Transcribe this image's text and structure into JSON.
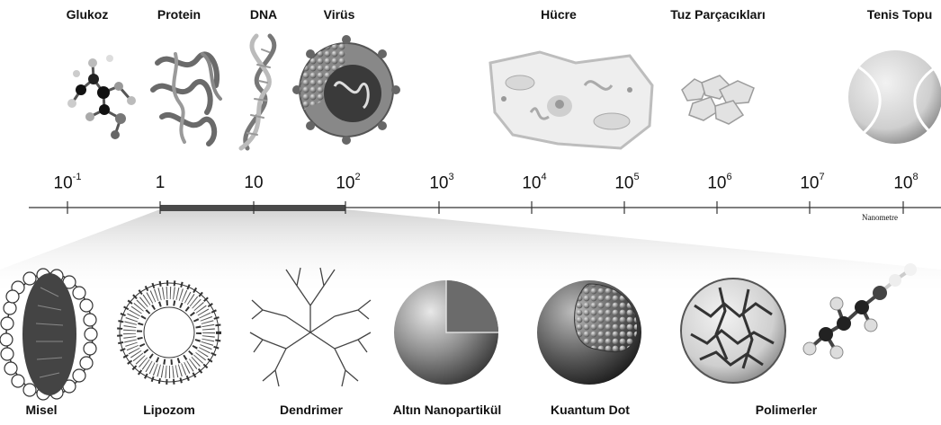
{
  "top_items": [
    {
      "id": "glukoz",
      "label": "Glukoz"
    },
    {
      "id": "protein",
      "label": "Protein"
    },
    {
      "id": "dna",
      "label": "DNA"
    },
    {
      "id": "virus",
      "label": "Virüs"
    },
    {
      "id": "hucre",
      "label": "Hücre"
    },
    {
      "id": "tuz",
      "label": "Tuz Parçacıkları"
    },
    {
      "id": "tenis",
      "label": "Tenis Topu"
    }
  ],
  "scale": {
    "ticks": [
      {
        "base": "10",
        "exp": "-1"
      },
      {
        "base": "1",
        "exp": ""
      },
      {
        "base": "10",
        "exp": ""
      },
      {
        "base": "10",
        "exp": "2"
      },
      {
        "base": "10",
        "exp": "3"
      },
      {
        "base": "10",
        "exp": "4"
      },
      {
        "base": "10",
        "exp": "5"
      },
      {
        "base": "10",
        "exp": "6"
      },
      {
        "base": "10",
        "exp": "7"
      },
      {
        "base": "10",
        "exp": "8"
      }
    ],
    "unit": "Nanometre",
    "highlight_range": [
      "1",
      "10²"
    ]
  },
  "bottom_items": [
    {
      "id": "misel",
      "label": "Misel"
    },
    {
      "id": "lipozom",
      "label": "Lipozom"
    },
    {
      "id": "dendrimer",
      "label": "Dendrimer"
    },
    {
      "id": "altin",
      "label": "Altın Nanopartikül"
    },
    {
      "id": "kuantum",
      "label": "Kuantum Dot"
    },
    {
      "id": "polimer",
      "label": "Polimerler"
    }
  ]
}
